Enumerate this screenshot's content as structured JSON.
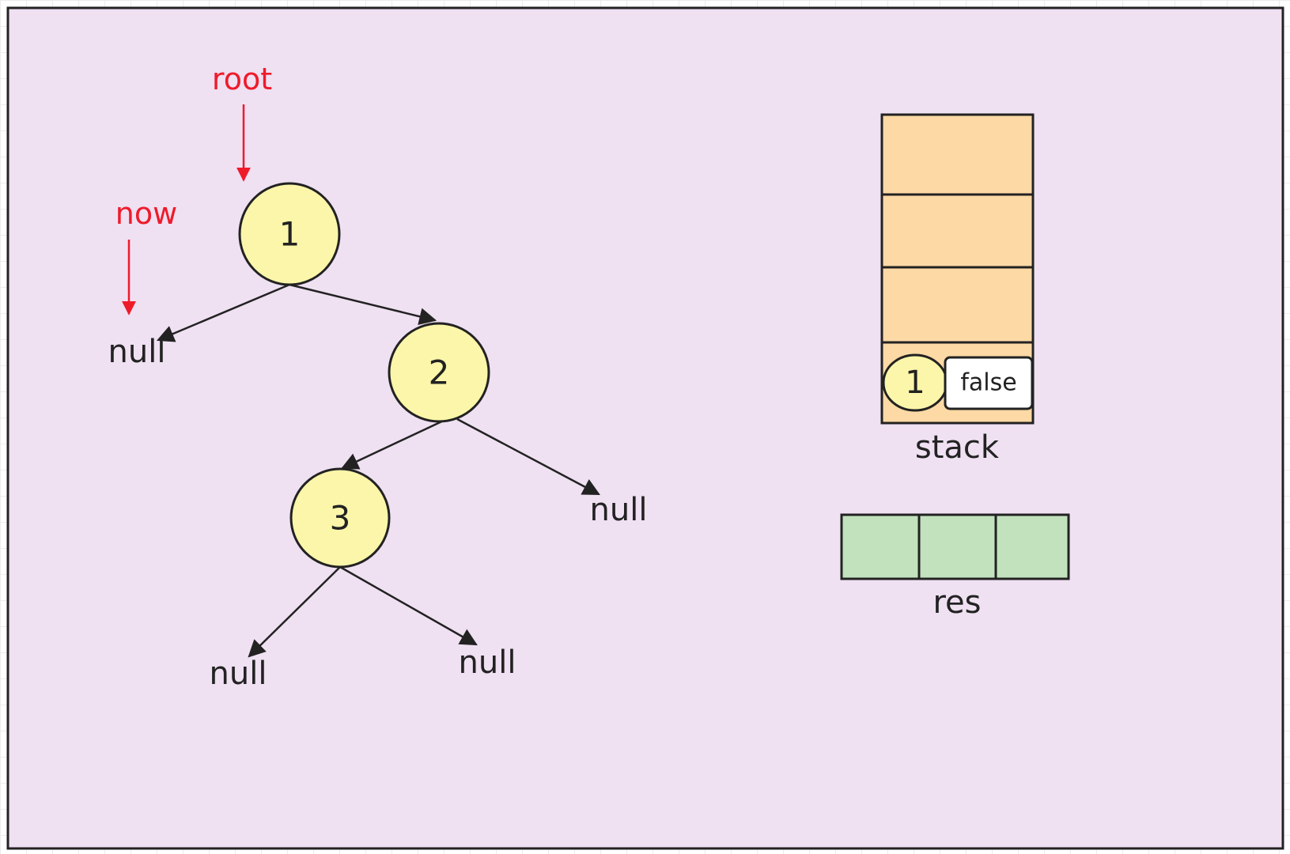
{
  "tree": {
    "nodes": [
      "1",
      "2",
      "3"
    ],
    "null_label": "null"
  },
  "pointers": {
    "root": "root",
    "now": "now"
  },
  "stack": {
    "label": "stack",
    "entries": [
      {
        "node": "1",
        "visited": "false"
      }
    ]
  },
  "res": {
    "label": "res",
    "cells": [
      "",
      "",
      ""
    ]
  },
  "colors": {
    "background": "#efe0f2",
    "node_fill": "#fbf6a9",
    "stack_fill": "#fdd9a5",
    "res_fill": "#c1e2bd",
    "pointer": "#ee1b2a",
    "stroke": "#222222"
  }
}
